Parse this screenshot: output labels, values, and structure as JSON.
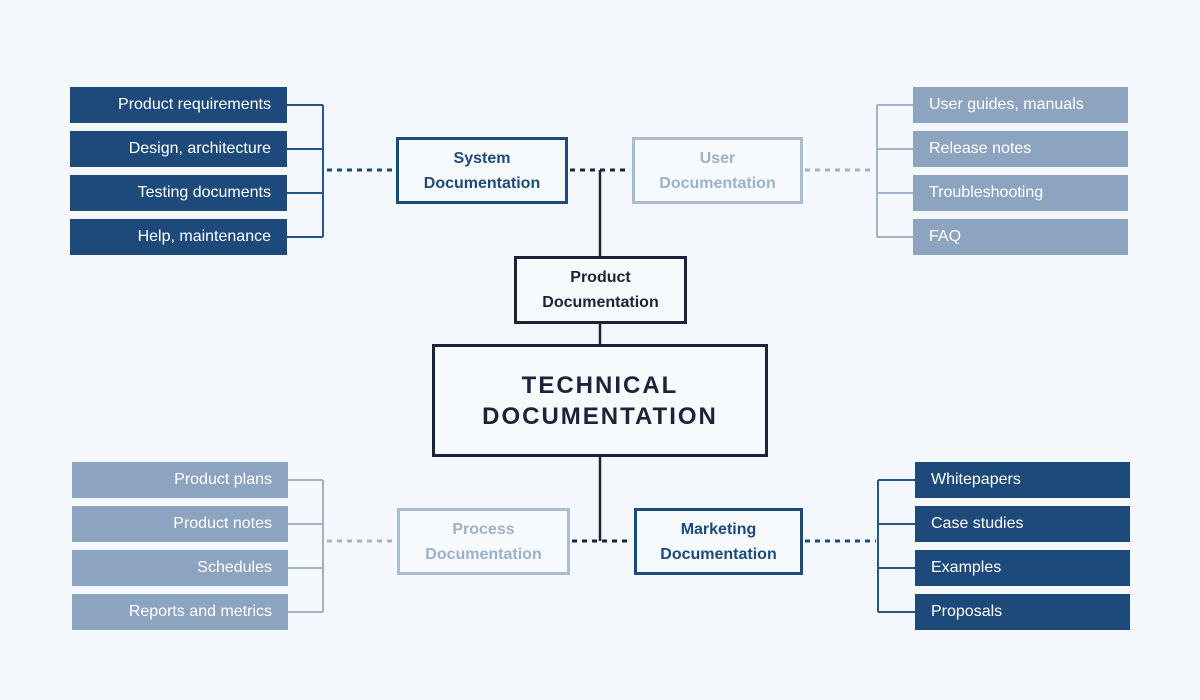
{
  "diagram": {
    "root": {
      "label": "TECHNICAL DOCUMENTATION"
    },
    "parent": {
      "label": "Product Documentation"
    },
    "branches": {
      "system": {
        "label": "System Documentation",
        "style": "dark",
        "items": [
          "Product requirements",
          "Design, architecture",
          "Testing documents",
          "Help, maintenance"
        ]
      },
      "user": {
        "label": "User Documentation",
        "style": "light",
        "items": [
          "User guides, manuals",
          "Release notes",
          "Troubleshooting",
          "FAQ"
        ]
      },
      "process": {
        "label": "Process Documentation",
        "style": "light",
        "items": [
          "Product plans",
          "Product notes",
          "Schedules",
          "Reports and metrics"
        ]
      },
      "marketing": {
        "label": "Marketing Documentation",
        "style": "dark",
        "items": [
          "Whitepapers",
          "Case studies",
          "Examples",
          "Proposals"
        ]
      }
    },
    "colors": {
      "background": "#f4f7fb",
      "dark_fill": "#1d4a7a",
      "light_fill": "#8da4c1",
      "light_border": "#a9bcd2",
      "light_text": "#9db1c9",
      "ink": "#1a2339",
      "item_text": "#ffffff"
    }
  }
}
